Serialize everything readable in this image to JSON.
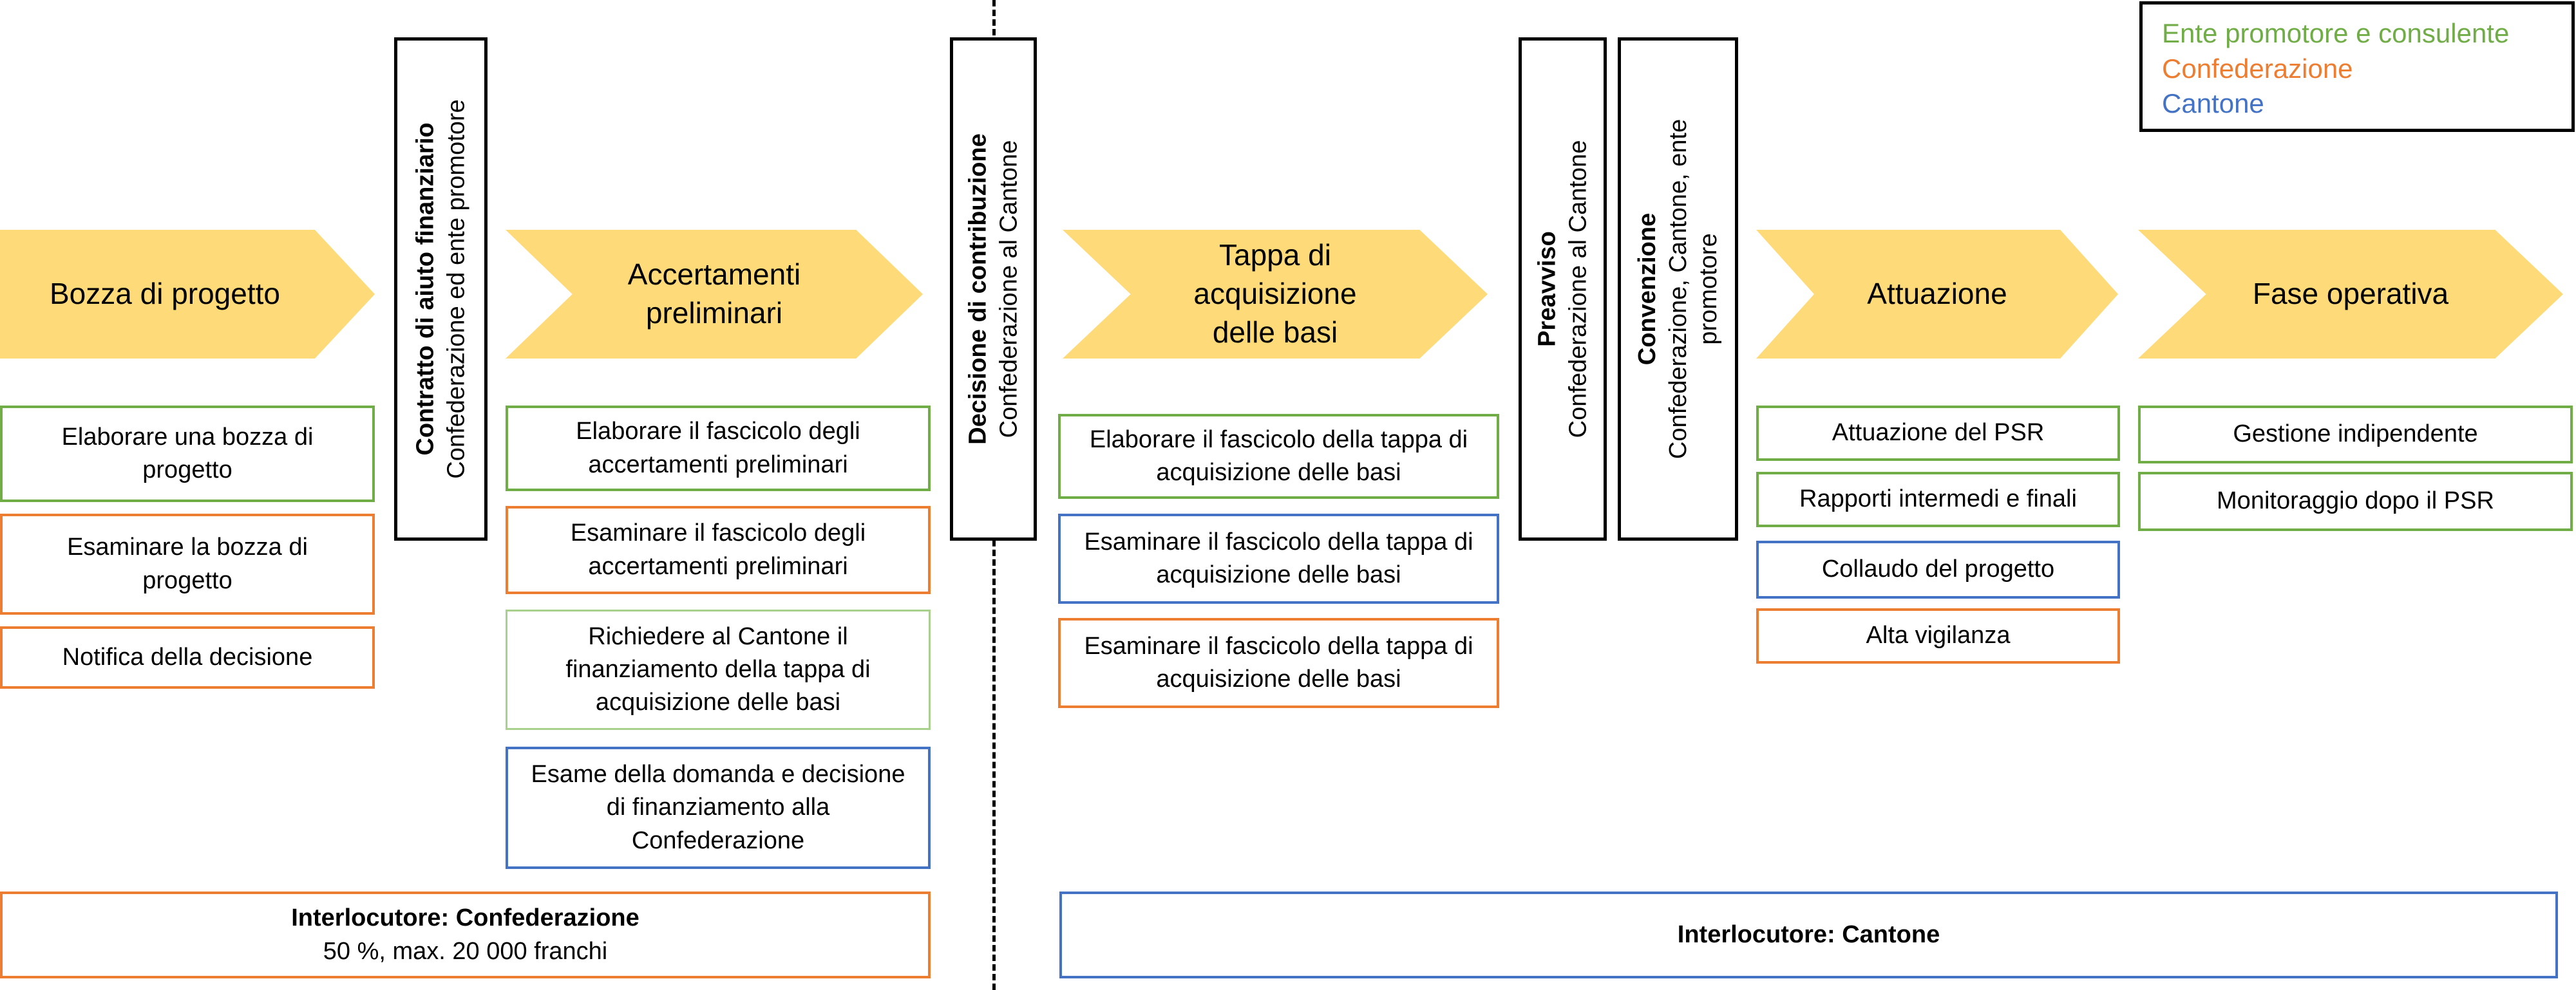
{
  "colors": {
    "phase_fill": "#FFDA79",
    "ente": "#70AD47",
    "confederazione": "#ED7D31",
    "cantone": "#4472C4"
  },
  "legend": {
    "ente": "Ente promotore e consulente",
    "confederazione": "Confederazione",
    "cantone": "Cantone"
  },
  "phases": {
    "bozza": "Bozza di progetto",
    "accertamenti": "Accertamenti preliminari",
    "tappa": "Tappa di acquisizione delle basi",
    "attuazione": "Attuazione",
    "fase_operativa": "Fase operativa"
  },
  "milestones": {
    "contratto": {
      "title": "Contratto di aiuto finanziario",
      "subtitle": "Confederazione ed ente promotore"
    },
    "decisione": {
      "title": "Decisione di contribuzione",
      "subtitle": "Confederazione al Cantone"
    },
    "preavviso": {
      "title": "Preavviso",
      "subtitle": "Confederazione al Cantone"
    },
    "convenzione": {
      "title": "Convenzione",
      "line1": "Confederazione, Cantone, ente",
      "line2": "promotore"
    }
  },
  "tasks": {
    "bozza": [
      "Elaborare una bozza di progetto",
      "Esaminare la bozza di progetto",
      "Notifica della decisione"
    ],
    "accertamenti": [
      "Elaborare il fascicolo degli accertamenti preliminari",
      "Esaminare il fascicolo degli accertamenti preliminari",
      "Richiedere al Cantone il finanziamento della tappa di acquisizione delle basi",
      "Esame della domanda e decisione di finanziamento alla Confederazione"
    ],
    "tappa": [
      "Elaborare il fascicolo della tappa di acquisizione delle basi",
      "Esaminare il fascicolo della tappa di acquisizione delle basi",
      "Esaminare il fascicolo della tappa di acquisizione delle basi"
    ],
    "attuazione": [
      "Attuazione del PSR",
      "Rapporti intermedi e finali",
      "Collaudo del progetto",
      "Alta vigilanza"
    ],
    "fase_operativa": [
      "Gestione indipendente",
      "Monitoraggio dopo il PSR"
    ]
  },
  "interlocutors": {
    "confederazione": {
      "title": "Interlocutore: Confederazione",
      "detail": "50 %, max. 20 000 franchi"
    },
    "cantone": {
      "title": "Interlocutore: Cantone"
    }
  }
}
